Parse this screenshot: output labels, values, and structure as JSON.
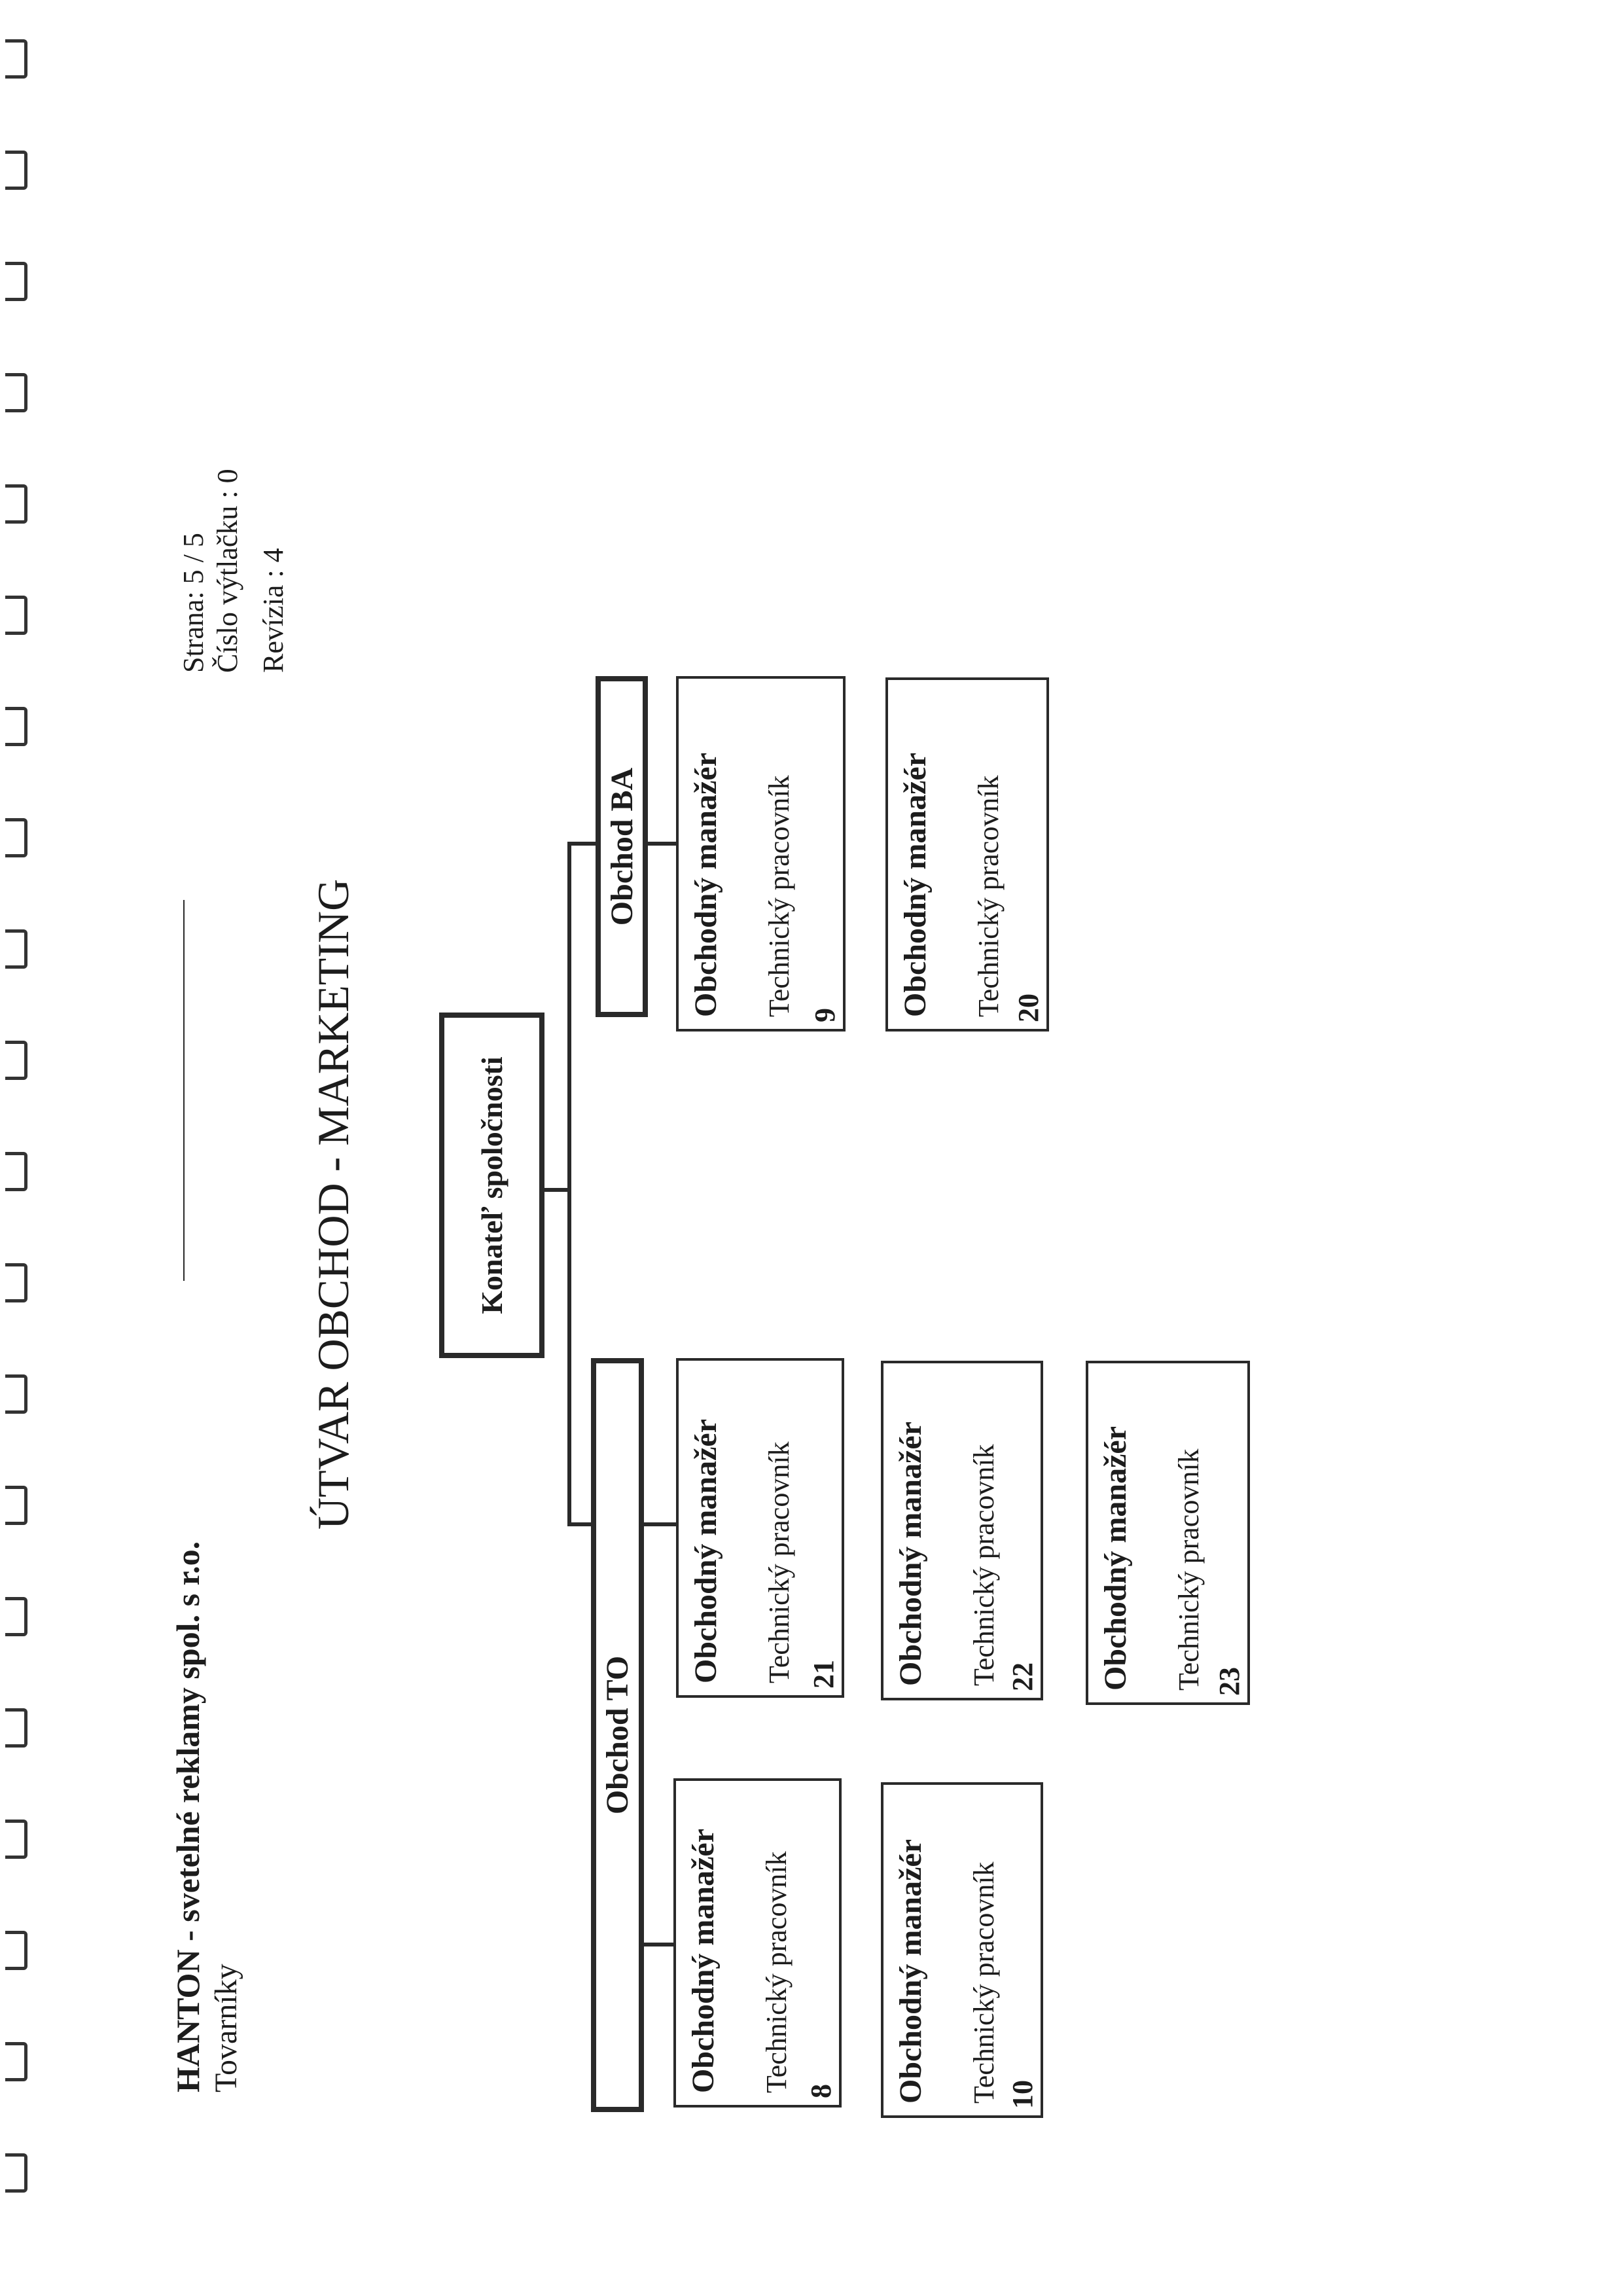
{
  "header": {
    "company": "HANTON - svetelné reklamy spol. s r.o.",
    "location": "Tovarníky"
  },
  "meta": {
    "page": "Strana:  5 / 5",
    "print_no": "Číslo výtlačku : 0",
    "revision": "Revízia  :  4"
  },
  "title": "ÚTVAR OBCHOD -  MARKETING",
  "org": {
    "head": "Konateľ spoločnosti",
    "departments": [
      {
        "name": "Obchod TO",
        "units": [
          {
            "manager": "Obchodný manažér",
            "tech": "Technický pracovník",
            "number": "8"
          },
          {
            "manager": "Obchodný manažér",
            "tech": "Technický pracovník",
            "number": "10"
          },
          {
            "manager": "Obchodný manažér",
            "tech": "Technický pracovník",
            "number": "21"
          },
          {
            "manager": "Obchodný manažér",
            "tech": "Technický pracovník",
            "number": "22"
          },
          {
            "manager": "Obchodný manažér",
            "tech": "Technický pracovník",
            "number": "23"
          }
        ]
      },
      {
        "name": "Obchod BA",
        "units": [
          {
            "manager": "Obchodný manažér",
            "tech": "Technický pracovník",
            "number": "9"
          },
          {
            "manager": "Obchodný manažér",
            "tech": "Technický pracovník",
            "number": "20"
          }
        ]
      }
    ]
  }
}
